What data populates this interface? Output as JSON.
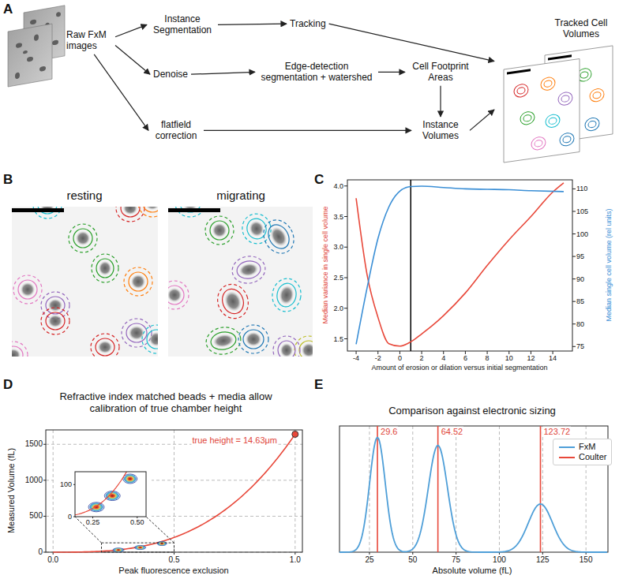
{
  "diagram": {
    "nodes": [
      {
        "text": [
          "Raw FxM images"
        ]
      },
      {
        "text": [
          "Instance Segmentation"
        ]
      },
      {
        "text": [
          "Tracking"
        ]
      },
      {
        "text": [
          "Denoise"
        ]
      },
      {
        "text": [
          "Edge-detection segmentation + watershed"
        ]
      },
      {
        "text": [
          "Cell Footprint Areas"
        ]
      },
      {
        "text": [
          "flatfield correction"
        ]
      },
      {
        "text": [
          "Instance Volumes"
        ]
      },
      {
        "text": [
          "Tracked Cell Volumes"
        ]
      }
    ],
    "edges": [
      {
        "from": 0,
        "to": 1,
        "arrow": "to"
      },
      {
        "from": 0,
        "to": 3,
        "arrow": "to"
      },
      {
        "from": 0,
        "to": 6,
        "arrow": "to"
      },
      {
        "from": 1,
        "to": 2,
        "arrow": "to"
      },
      {
        "from": 3,
        "to": 4,
        "arrow": "to"
      },
      {
        "from": 4,
        "to": 5,
        "arrow": "to"
      },
      {
        "from": 5,
        "to": 7,
        "arrow": "to"
      },
      {
        "from": 6,
        "to": 7,
        "arrow": "to"
      },
      {
        "from": 2,
        "to": 8,
        "arrow": "to"
      },
      {
        "from": 7,
        "to": 8,
        "arrow": "to"
      }
    ],
    "labels": [
      "A",
      "B",
      "C",
      "D",
      "E",
      "resting",
      "migrating",
      "1.5",
      "2.0",
      "2.5",
      "3.0",
      "3.5",
      "4.0",
      "75",
      "80",
      "85",
      "90",
      "95",
      "100",
      "105",
      "110",
      "-4",
      "-2",
      "0",
      "2",
      "4",
      "6",
      "8",
      "10",
      "12",
      "14",
      "Median variance in single cell volume",
      "Median single cell volume (rel units)",
      "Amount of erosion or dilation versus initial segmentation",
      "Refractive index matched beads + media allow calibration of true chamber height",
      "true height = 14.63μm",
      "0",
      "500",
      "1000",
      "1500",
      "0.0",
      "0.5",
      "1.0",
      "Measured Volume (fL)",
      "Peak fluorescence exclusion",
      "100",
      "0",
      "0.25",
      "0.50",
      "Comparison against electronic sizing",
      "29.6",
      "64.52",
      "123.72",
      "25",
      "50",
      "75",
      "100",
      "125",
      "150",
      "Absolute volume (fL)"
    ],
    "legend": [
      {
        "text": "FxM"
      },
      {
        "text": "Coulter"
      }
    ]
  }
}
